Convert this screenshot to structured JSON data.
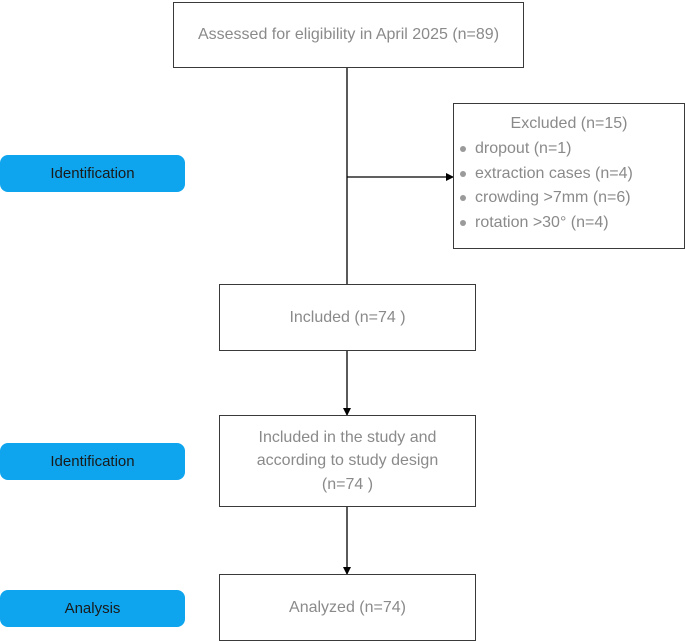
{
  "boxes": {
    "assessed": "Assessed for eligibility in April 2025 (n=89)",
    "excluded": {
      "title": "Excluded (n=15)",
      "items": [
        "dropout (n=1)",
        "extraction cases (n=4)",
        "crowding >7mm (n=6)",
        "rotation >30° (n=4)"
      ]
    },
    "included": "Included (n=74 )",
    "study": {
      "line1": "Included in the study and",
      "line2": "according to study design",
      "line3": "(n=74 )"
    },
    "analyzed": "Analyzed (n=74)"
  },
  "stage_labels": {
    "first": "Identification",
    "second": "Identification",
    "third": "Analysis"
  },
  "colors": {
    "stage_label_bg": "#0ea5ee",
    "box_border": "#3a3a3a",
    "box_text": "#8a8a8a",
    "arrow": "#000000"
  }
}
